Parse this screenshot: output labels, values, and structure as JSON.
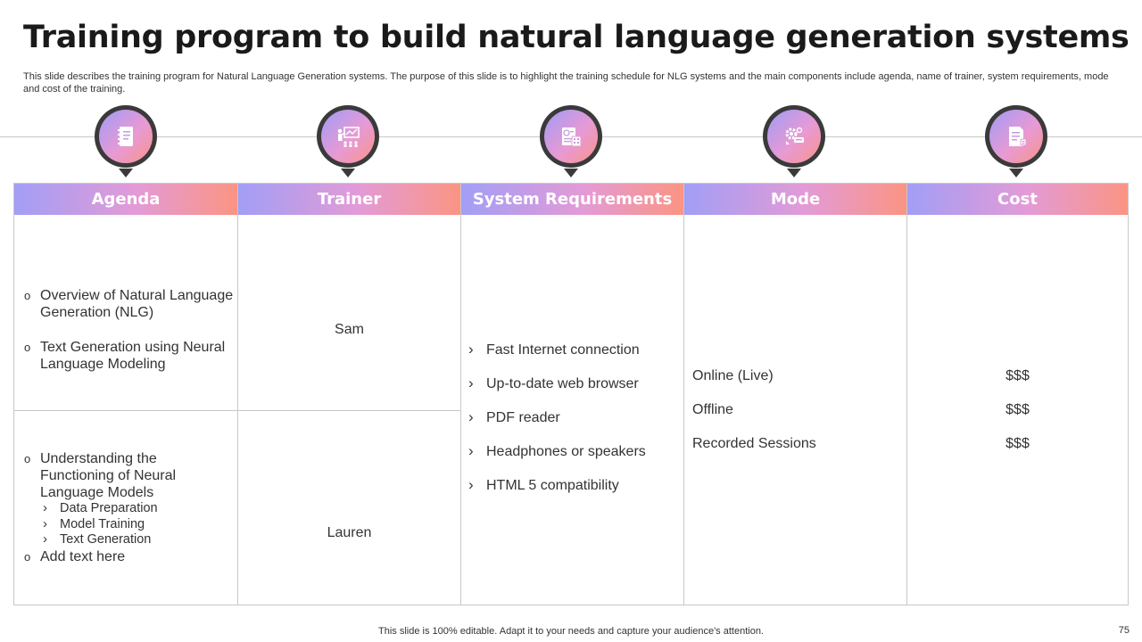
{
  "title": "Training program to build natural language generation systems",
  "subtitle": "This slide describes the training program for Natural Language Generation systems. The purpose of this slide is to highlight the training schedule for NLG systems and the main components include agenda, name of trainer, system requirements, mode and cost of the training.",
  "icons": [
    "notebook-icon",
    "presentation-icon",
    "system-requirements-icon",
    "settings-mode-icon",
    "invoice-cost-icon"
  ],
  "columns": {
    "agenda": {
      "header": "Agenda",
      "block1": [
        "Overview of Natural Language Generation (NLG)",
        "Text Generation using Neural Language Modeling"
      ],
      "block2_main": "Understanding the Functioning of Neural Language Models",
      "block2_sub": [
        "Data Preparation",
        "Model Training",
        "Text Generation"
      ],
      "block2_extra": "Add text here"
    },
    "trainer": {
      "header": "Trainer",
      "names": [
        "Sam",
        "Lauren"
      ]
    },
    "requirements": {
      "header": "System Requirements",
      "items": [
        "Fast Internet connection",
        "Up-to-date web browser",
        "PDF reader",
        "Headphones or speakers",
        "HTML 5 compatibility"
      ]
    },
    "mode": {
      "header": "Mode",
      "items": [
        "Online (Live)",
        "Offline",
        "Recorded Sessions"
      ]
    },
    "cost": {
      "header": "Cost",
      "items": [
        "$$$",
        "$$$",
        "$$$"
      ]
    }
  },
  "footer": "This slide is 100% editable. Adapt it to your needs and capture your audience's attention.",
  "page_number": "75",
  "colors": {
    "gradient_start": "#a29ef6",
    "gradient_mid": "#e39bd6",
    "gradient_end": "#fb9483",
    "icon_ring": "#3a3a3a",
    "border": "#c8c8c8"
  }
}
